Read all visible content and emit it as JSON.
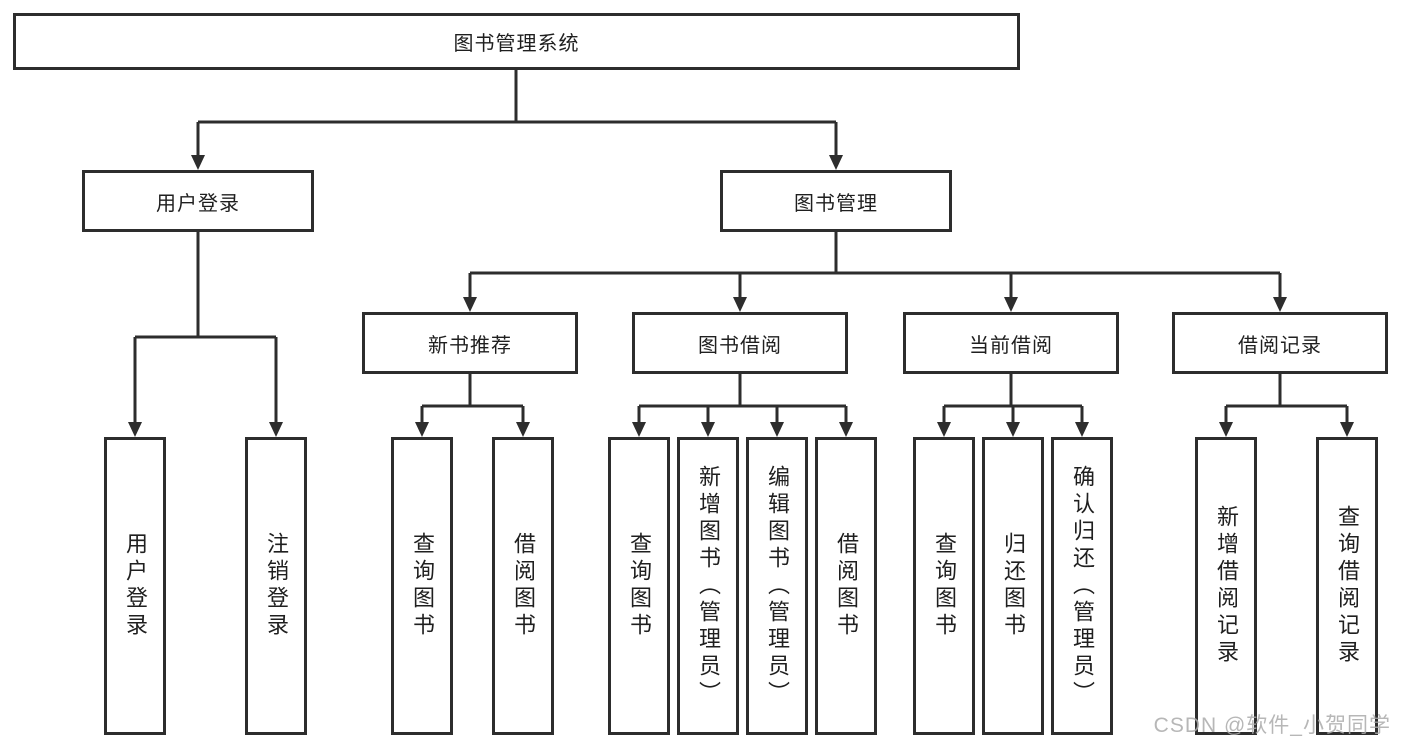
{
  "diagram": {
    "root": {
      "label": "图书管理系统"
    },
    "modules": [
      {
        "label": "用户登录",
        "features": [
          {
            "label": "用户登录"
          },
          {
            "label": "注销登录"
          }
        ]
      },
      {
        "label": "图书管理",
        "submodules": [
          {
            "label": "新书推荐",
            "features": [
              {
                "label": "查询图书"
              },
              {
                "label": "借阅图书"
              }
            ]
          },
          {
            "label": "图书借阅",
            "features": [
              {
                "label": "查询图书"
              },
              {
                "label": "新增图书（管理员）"
              },
              {
                "label": "编辑图书（管理员）"
              },
              {
                "label": "借阅图书"
              }
            ]
          },
          {
            "label": "当前借阅",
            "features": [
              {
                "label": "查询图书"
              },
              {
                "label": "归还图书"
              },
              {
                "label": "确认归还（管理员）"
              }
            ]
          },
          {
            "label": "借阅记录",
            "features": [
              {
                "label": "新增借阅记录"
              },
              {
                "label": "查询借阅记录"
              }
            ]
          }
        ]
      }
    ]
  },
  "watermark": {
    "text": "CSDN @软件_小贺同学"
  },
  "colors": {
    "line": "#2d2d2d",
    "text": "#1f1f1f",
    "watermark": "#ababab"
  }
}
